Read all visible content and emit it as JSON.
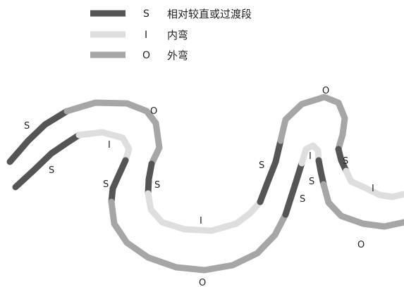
{
  "colors": {
    "straight": "#555555",
    "inner": "#dedede",
    "outer": "#a6a6a6"
  },
  "legend": [
    {
      "code": "S",
      "label": "相对较直或过渡段",
      "color_key": "straight"
    },
    {
      "code": "I",
      "label": "内弯",
      "color_key": "inner"
    },
    {
      "code": "O",
      "label": "外弯",
      "color_key": "outer"
    }
  ],
  "labels": {
    "l1": "S",
    "l2": "S",
    "l3": "I",
    "l4": "O",
    "l5": "S",
    "l6": "S",
    "l7": "I",
    "l8": "O",
    "l9": "O",
    "l10": "S",
    "l11": "I",
    "l12": "S",
    "l13": "S",
    "l14": "S",
    "l15": "I",
    "l16": "O"
  }
}
